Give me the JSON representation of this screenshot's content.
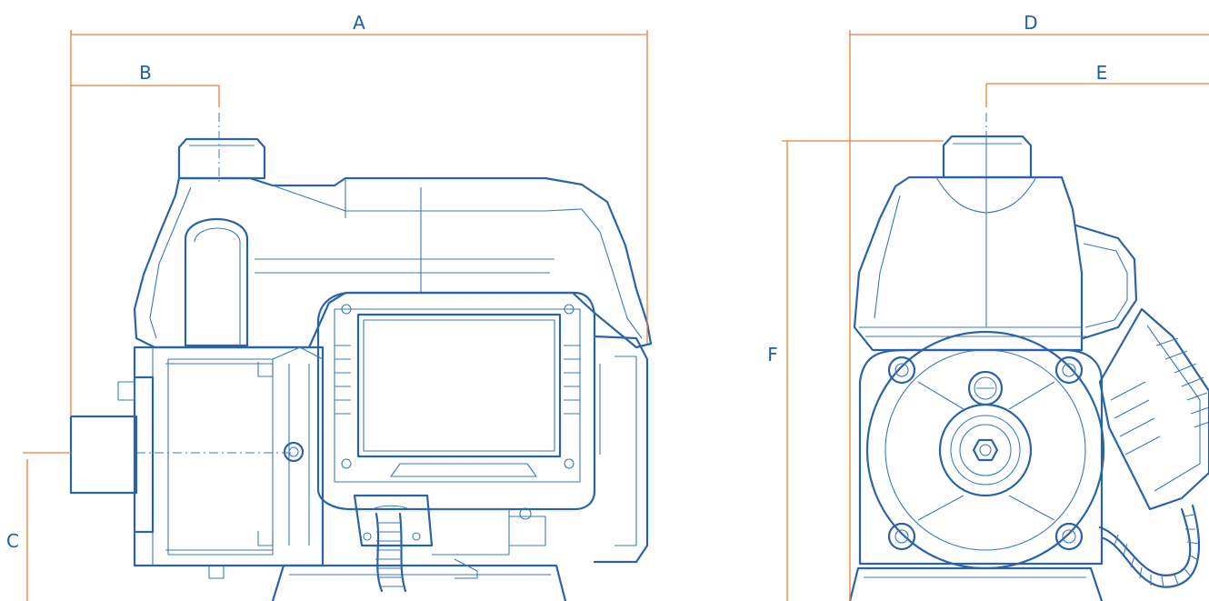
{
  "dimensions": {
    "A": "A",
    "B": "B",
    "C": "C",
    "D": "D",
    "E": "E",
    "F": "F"
  },
  "colors": {
    "dimension_line": "#e8823a",
    "drawing_line": "#2a63a8",
    "label_text": "#1f5fa8",
    "background": "#ffffff"
  }
}
